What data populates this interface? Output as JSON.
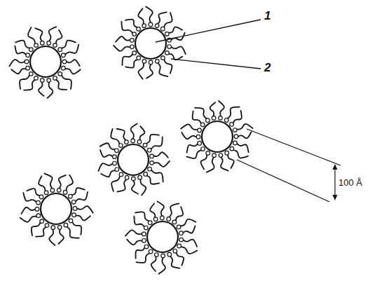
{
  "diagram": {
    "labels": [
      "1",
      "2",
      "100 Å"
    ]
  }
}
